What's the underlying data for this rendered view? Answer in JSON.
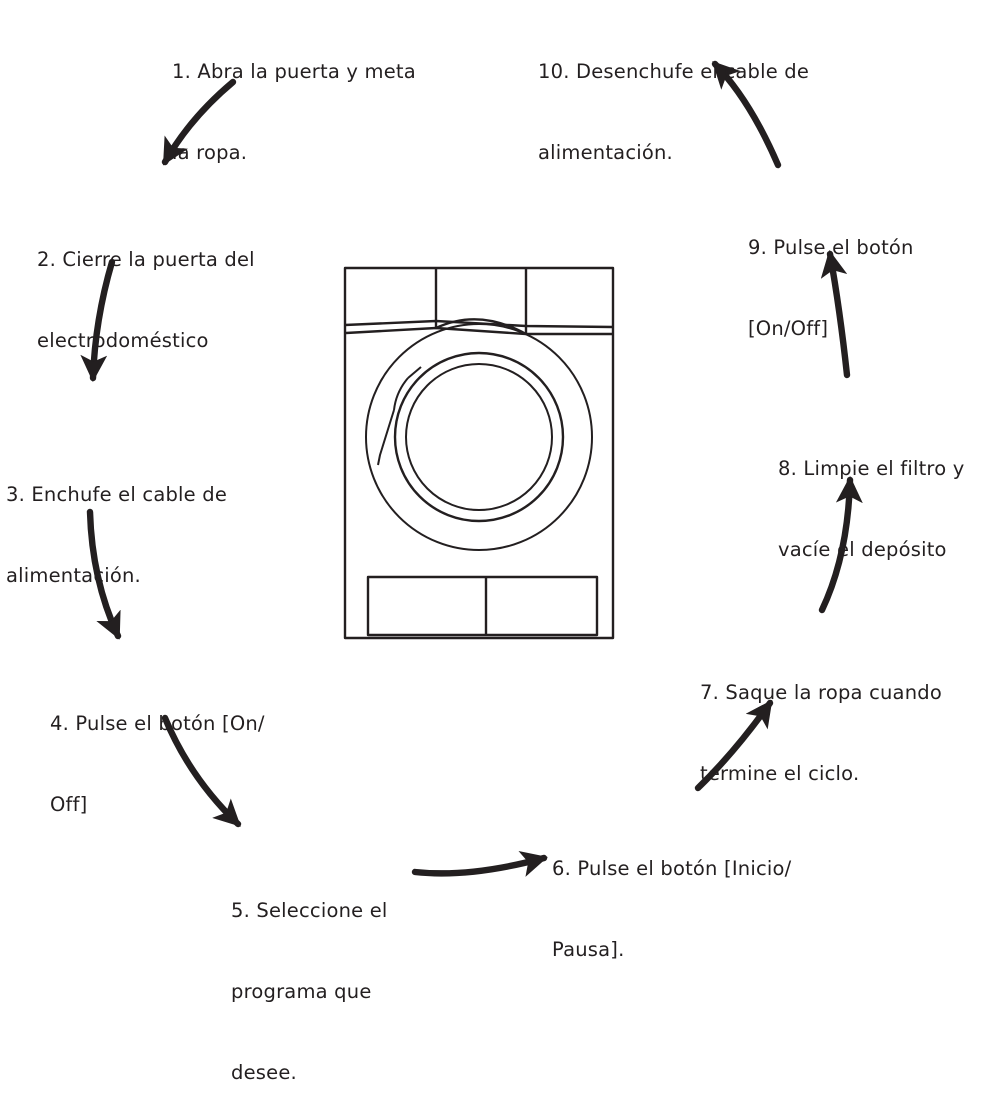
{
  "steps": [
    {
      "lines": [
        "1. Abra la puerta y meta",
        "la ropa."
      ]
    },
    {
      "lines": [
        "2. Cierre la puerta del",
        "electrodoméstico"
      ]
    },
    {
      "lines": [
        "3. Enchufe el cable de",
        "alimentación."
      ]
    },
    {
      "lines": [
        "4. Pulse el botón [On/",
        "Off]"
      ]
    },
    {
      "lines": [
        "5. Seleccione el",
        "programa que",
        "desee."
      ]
    },
    {
      "lines": [
        "6. Pulse el botón [Inicio/",
        "Pausa]."
      ]
    },
    {
      "lines": [
        "7. Saque la ropa cuando",
        "termine el ciclo."
      ]
    },
    {
      "lines": [
        "8. Limpie el filtro y",
        "vacíe el depósito"
      ]
    },
    {
      "lines": [
        "9. Pulse el botón",
        "[On/Off]"
      ]
    },
    {
      "lines": [
        "10. Desenchufe el cable de",
        "alimentación."
      ]
    }
  ],
  "colors": {
    "ink": "#231f20",
    "arrow": "#231f20",
    "background": "#ffffff"
  },
  "icons": {
    "center": "washing-machine-icon",
    "connector": "curved-arrow-icon"
  }
}
